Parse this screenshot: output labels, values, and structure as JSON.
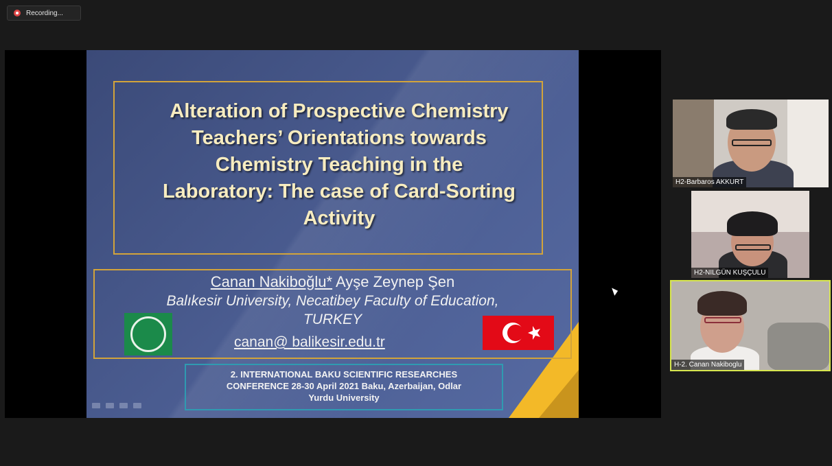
{
  "recording": {
    "label": "Recording..."
  },
  "slide": {
    "title_lines": [
      "Alteration of Prospective Chemistry",
      "Teachers’ Orientations towards",
      "Chemistry Teaching in the",
      "Laboratory: The case of Card-Sorting",
      "Activity"
    ],
    "author_main": "Canan Nakiboğlu*",
    "author_second": "Ayşe Zeynep Şen",
    "affiliation_line1": "Balıkesir University, Necatibey Faculty of Education,",
    "affiliation_line2": "TURKEY",
    "email": "canan@ balikesir.edu.tr",
    "conference_lines": [
      "2. INTERNATIONAL BAKU SCIENTIFIC RESEARCHES",
      "CONFERENCE 28-30 April 2021 Baku, Azerbaijan, Odlar",
      "Yurdu University"
    ]
  },
  "participants": [
    {
      "name": "H2-Barbaros AKKURT"
    },
    {
      "name": "H2-NILGÜN KUŞÇULU"
    },
    {
      "name": "H-2. Canan Nakiboglu"
    }
  ],
  "colors": {
    "active_speaker_border": "#d7e64f",
    "slide_gold": "#d3a43a",
    "flag_red": "#e30a17"
  }
}
